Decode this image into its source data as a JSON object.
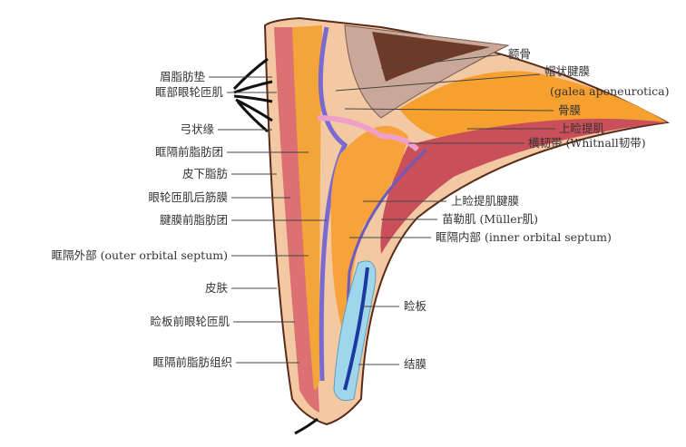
{
  "left_labels": [
    {
      "id": "brow-fat-pad",
      "text": "眉脂肪垫"
    },
    {
      "id": "orbital-orbicularis",
      "text": "眶部眼轮匝肌"
    },
    {
      "id": "arcus-marginalis",
      "text": "弓状缘"
    },
    {
      "id": "preseptal-fat-pad",
      "text": "眶隔前脂肪团"
    },
    {
      "id": "subcutaneous-fat",
      "text": "皮下脂肪"
    },
    {
      "id": "post-orbicularis-fascia",
      "text": "眼轮匝肌后筋膜"
    },
    {
      "id": "preaponeurotic-fat",
      "text": "腱膜前脂肪团"
    },
    {
      "id": "outer-orbital-septum",
      "text": "眶隔外部 (outer orbital septum)"
    },
    {
      "id": "skin",
      "text": "皮肤"
    },
    {
      "id": "pretarsal-orbicularis",
      "text": "睑板前眼轮匝肌"
    },
    {
      "id": "preseptal-fat-tissue",
      "text": "眶隔前脂肪组织"
    }
  ],
  "right_labels": [
    {
      "id": "frontal-bone",
      "text": "额骨"
    },
    {
      "id": "galea",
      "text": "帽状腱膜"
    },
    {
      "id": "galea-en",
      "text": "(galea aponeurotica)"
    },
    {
      "id": "periosteum",
      "text": "骨膜"
    },
    {
      "id": "levator",
      "text": "上睑提肌"
    },
    {
      "id": "whitnall",
      "text": "横韧带 (Whitnall韧带)"
    },
    {
      "id": "levator-aponeurosis",
      "text": "上睑提肌腱膜"
    },
    {
      "id": "muller",
      "text": "苗勒肌 (Müller肌)"
    },
    {
      "id": "inner-orbital-septum",
      "text": "眶隔内部 (inner orbital septum)"
    },
    {
      "id": "tarsus",
      "text": "睑板"
    },
    {
      "id": "conjunctiva",
      "text": "结膜"
    }
  ]
}
